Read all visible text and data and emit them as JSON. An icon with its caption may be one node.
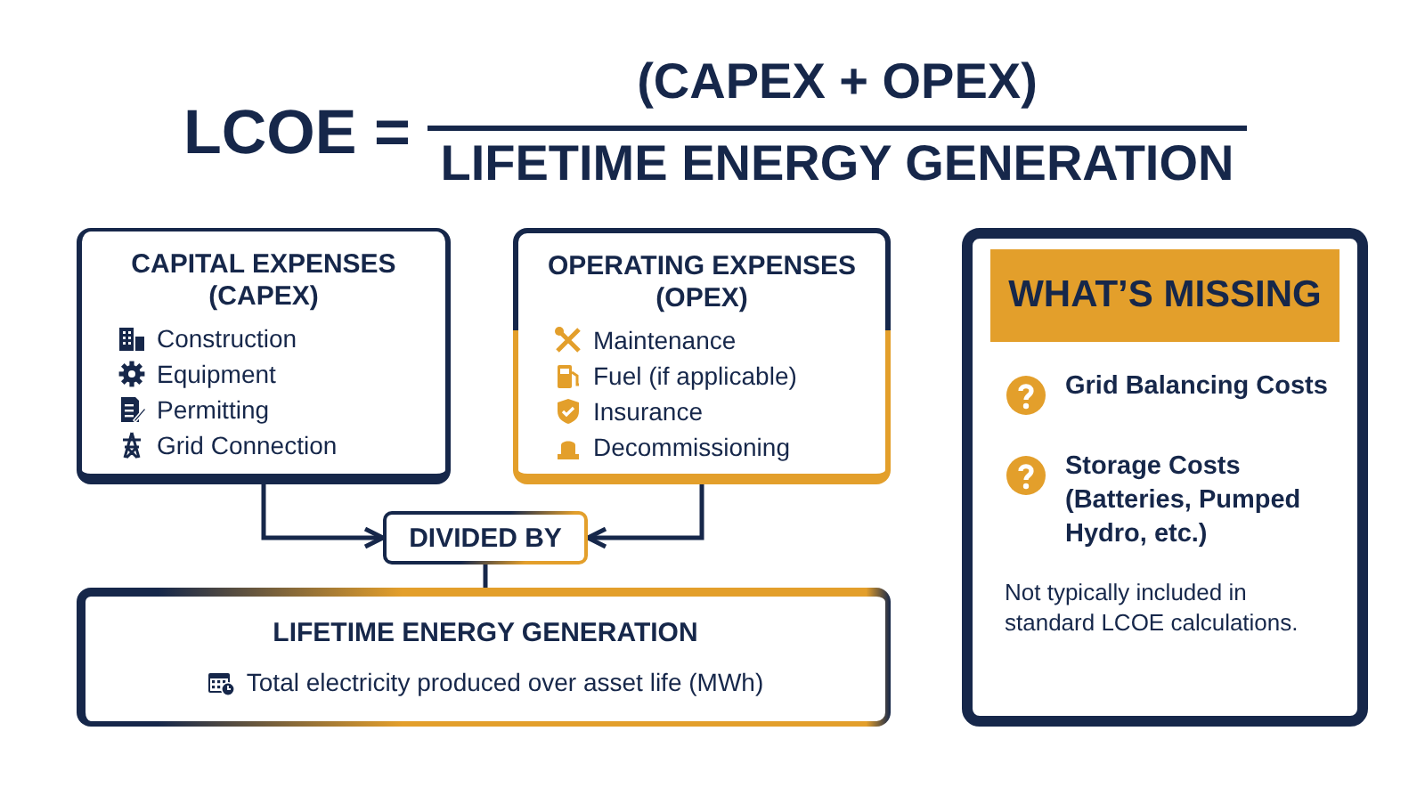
{
  "diagram": {
    "nodes": [
      {
        "text": [
          "CAPITAL EXPENSES (CAPEX)",
          "Construction",
          "Equipment",
          "Permitting",
          "Grid Connection"
        ]
      },
      {
        "text": [
          "OPERATING EXPENSES (OPEX)",
          "Maintenance",
          "Fuel (if applicable)",
          "Insurance",
          "Decommissioning"
        ]
      },
      {
        "text": [
          "DIVIDED BY"
        ]
      },
      {
        "text": [
          "LIFETIME ENERGY GENERATION",
          "Total electricity produced over asset life (MWh)"
        ]
      },
      {
        "text": [
          "WHAT’S MISSING",
          "Grid Balancing Costs",
          "Storage Costs (Batteries, Pumped Hydro, etc.)",
          "Not typically included in standard LCOE calculations."
        ]
      }
    ],
    "edges": [
      {
        "from": 0,
        "to": 2,
        "arrow": "to"
      },
      {
        "from": 1,
        "to": 2,
        "arrow": "to"
      },
      {
        "from": 2,
        "to": 3,
        "arrow": "none"
      }
    ],
    "labels": [
      "LCOE =",
      "(CAPEX + OPEX)",
      "LIFETIME ENERGY GENERATION"
    ]
  }
}
